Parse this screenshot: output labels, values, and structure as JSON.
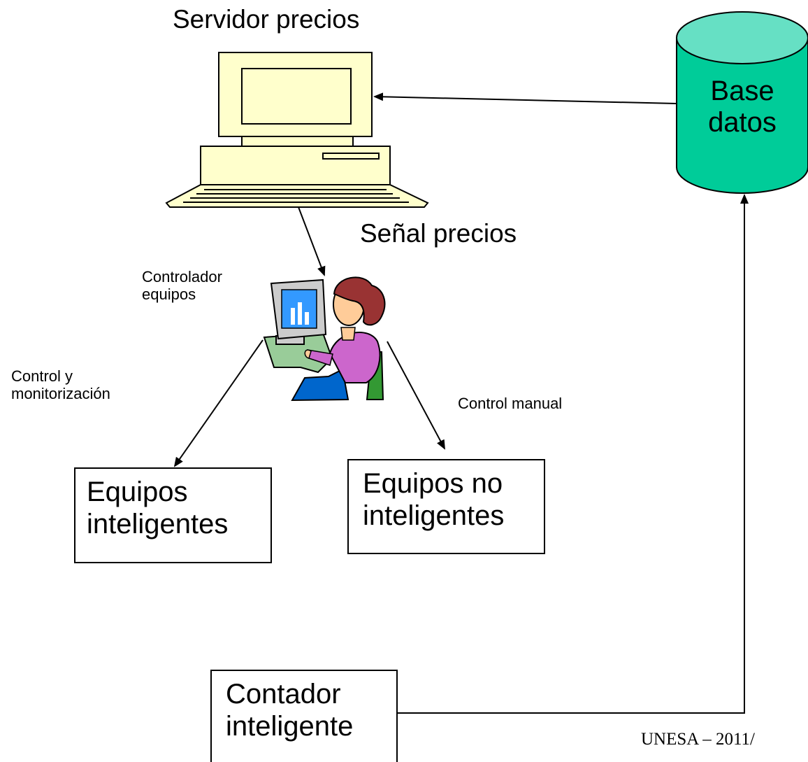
{
  "diagram": {
    "server_title": "Servidor precios",
    "database_label": [
      "Base",
      "datos"
    ],
    "signal_label": "Señal precios",
    "controller_label": [
      "Controlador",
      "equipos"
    ],
    "control_monitor_label": [
      "Control y",
      "monitorización"
    ],
    "manual_control_label": "Control manual",
    "smart_equipment_label": [
      "Equipos",
      "inteligentes"
    ],
    "non_smart_equipment_label": [
      "Equipos no",
      "inteligentes"
    ],
    "smart_meter_label": [
      "Contador",
      "inteligente"
    ],
    "footer": "UNESA – 2011/"
  },
  "colors": {
    "database_fill": "#00cc99",
    "database_top": "#66e0c4",
    "computer_fill": "#ffffcc",
    "person_shirt": "#cc66cc",
    "person_hair": "#993333",
    "chair": "#339933",
    "desk": "#99cc99",
    "screen": "#3399ff"
  },
  "icons": [
    "desktop-computer-icon",
    "database-cylinder-icon",
    "person-at-computer-icon"
  ]
}
